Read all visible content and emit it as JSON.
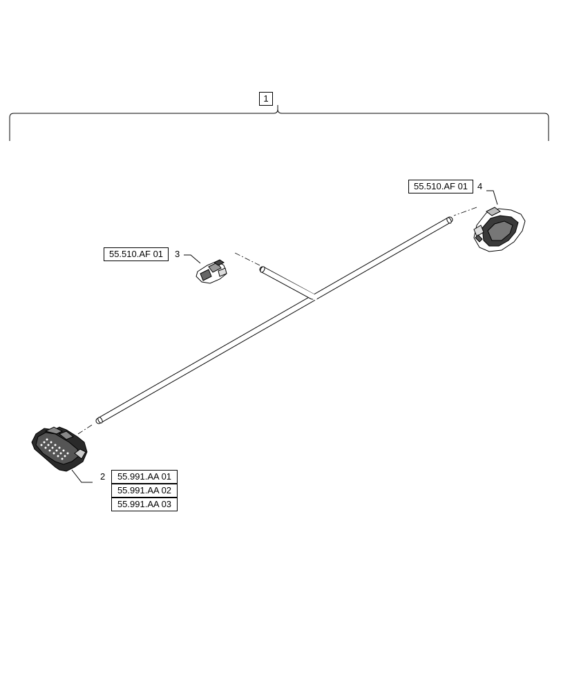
{
  "assembly": {
    "item_number": "1"
  },
  "parts": [
    {
      "callout": "2",
      "references": [
        "55.991.AA 01",
        "55.991.AA 02",
        "55.991.AA 03"
      ]
    },
    {
      "callout": "3",
      "references": [
        "55.510.AF 01"
      ]
    },
    {
      "callout": "4",
      "references": [
        "55.510.AF 01"
      ]
    }
  ]
}
